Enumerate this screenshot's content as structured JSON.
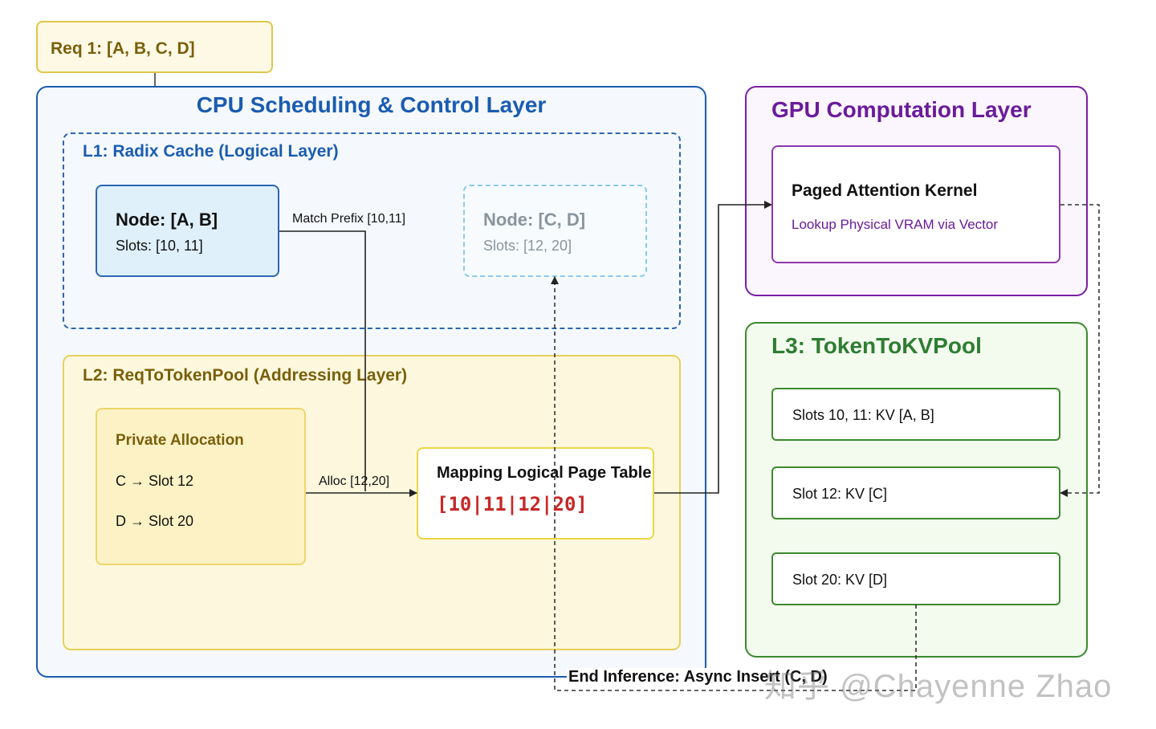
{
  "request": {
    "label": "Req 1: [A, B, C, D]"
  },
  "cpu_layer": {
    "title": "CPU Scheduling & Control Layer",
    "l1": {
      "title": "L1: Radix Cache (Logical Layer)",
      "node_ab": {
        "title": "Node: [A, B]",
        "slots": "Slots: [10, 11]"
      },
      "node_cd": {
        "title": "Node: [C, D]",
        "slots": "Slots: [12, 20]"
      }
    },
    "l2": {
      "title": "L2: ReqToTokenPool (Addressing Layer)",
      "private_allocation": {
        "title": "Private Allocation",
        "c_slot": "C → Slot 12",
        "d_slot": "D → Slot 20"
      },
      "mapping": {
        "title": "Mapping Logical Page Table",
        "value": "[10|11|12|20]"
      }
    }
  },
  "gpu_layer": {
    "title": "GPU Computation Layer",
    "kernel": {
      "title": "Paged Attention Kernel",
      "subtitle": "Lookup Physical VRAM via Vector"
    }
  },
  "l3": {
    "title": "L3: TokenToKVPool",
    "slots": [
      "Slots 10, 11: KV [A, B]",
      "Slot 12: KV [C]",
      "Slot 20: KV [D]"
    ]
  },
  "edges": {
    "match_prefix": "Match Prefix [10,11]",
    "alloc": "Alloc [12,20]",
    "end_inference": "End Inference: Async Insert (C, D)"
  },
  "watermark": "知乎 @Chayenne Zhao",
  "colors": {
    "cpu": "#1a5cb0",
    "gpu": "#7a1fa2",
    "l3": "#3c8a2e",
    "l2": "#e8cf5c",
    "mapping_value": "#c62828"
  }
}
